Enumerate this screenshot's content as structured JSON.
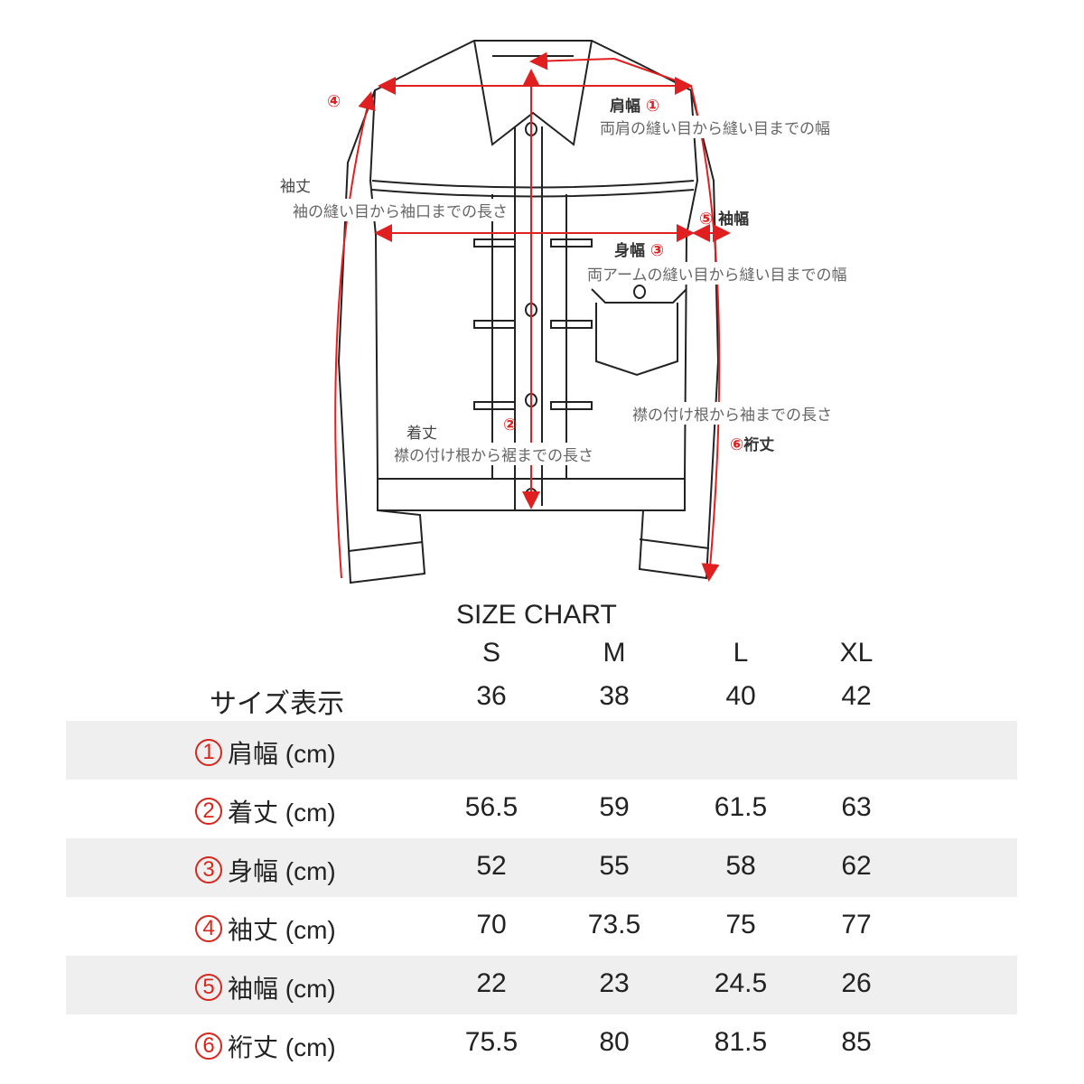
{
  "diagram": {
    "labels": {
      "shoulder": {
        "num": "①",
        "name": "肩幅",
        "desc": "両肩の縫い目から縫い目までの幅"
      },
      "length": {
        "num": "②",
        "name": "着丈",
        "desc": "襟の付け根から裾までの長さ"
      },
      "chest": {
        "num": "③",
        "name": "身幅",
        "desc": "両アームの縫い目から縫い目までの幅"
      },
      "sleeve": {
        "num": "④",
        "name": "袖丈",
        "desc": "袖の縫い目から袖口までの長さ"
      },
      "sleeve_width": {
        "num": "⑤",
        "name": "袖幅"
      },
      "yuki": {
        "num": "⑥",
        "name": "裄丈",
        "desc": "襟の付け根から袖までの長さ"
      }
    },
    "accent_color": "#e02020"
  },
  "size_chart": {
    "title": "SIZE CHART",
    "sizes": [
      "S",
      "M",
      "L",
      "XL"
    ],
    "size_display_label": "サイズ表示",
    "size_display": [
      "36",
      "38",
      "40",
      "42"
    ],
    "rows": [
      {
        "num": "1",
        "label": "肩幅 (cm)",
        "values": [
          "",
          "",
          "",
          ""
        ]
      },
      {
        "num": "2",
        "label": "着丈 (cm)",
        "values": [
          "56.5",
          "59",
          "61.5",
          "63"
        ]
      },
      {
        "num": "3",
        "label": "身幅 (cm)",
        "values": [
          "52",
          "55",
          "58",
          "62"
        ]
      },
      {
        "num": "4",
        "label": "袖丈 (cm)",
        "values": [
          "70",
          "73.5",
          "75",
          "77"
        ]
      },
      {
        "num": "5",
        "label": "袖幅 (cm)",
        "values": [
          "22",
          "23",
          "24.5",
          "26"
        ]
      },
      {
        "num": "6",
        "label": "裄丈 (cm)",
        "values": [
          "75.5",
          "80",
          "81.5",
          "85"
        ]
      }
    ],
    "row_shade_color": "#efefef",
    "circle_color": "#d9261c"
  }
}
